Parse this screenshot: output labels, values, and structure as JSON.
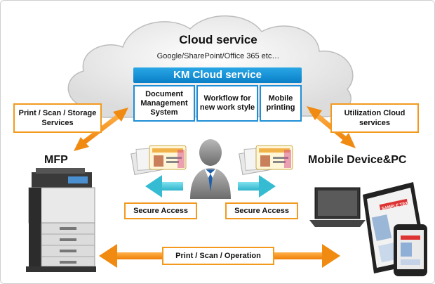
{
  "cloud": {
    "title": "Cloud service",
    "subtitle": "Google/SharePoint/Office 365 etc…",
    "km_label": "KM Cloud service",
    "services": [
      {
        "label": "Document Management System"
      },
      {
        "label": "Workflow for new work style"
      },
      {
        "label": "Mobile printing"
      }
    ]
  },
  "left_label": "Print / Scan / Storage Services",
  "right_label": "Utilization Cloud services",
  "mfp_label": "MFP",
  "mobile_label": "Mobile Device&PC",
  "secure_left": "Secure Access",
  "secure_right": "Secure Access",
  "bottom_label": "Print / Scan / Operation",
  "colors": {
    "orange": "#f39a1e",
    "blue": "#1e8fd6",
    "teal": "#3fc4d6"
  },
  "device_text": "SAMPLE TEXT"
}
